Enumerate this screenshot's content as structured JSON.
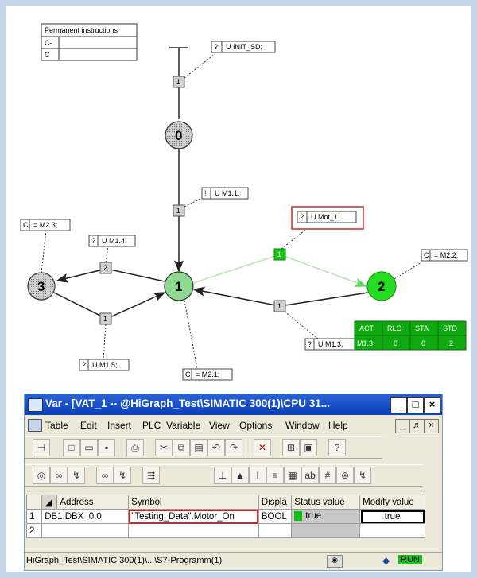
{
  "permanent_instructions": {
    "title": "Permanent instructions",
    "rows": [
      [
        "C-",
        ""
      ],
      [
        "C",
        ""
      ]
    ]
  },
  "graph": {
    "init_label": "U INIT_SD;",
    "init_flag": "?",
    "t0_label": "U M1.1;",
    "t0_flag": "!",
    "mot_label": "U Mot_1;",
    "mot_flag": "?",
    "m14_label": "U M1.4;",
    "m14_flag": "?",
    "m15_label": "U M1.5;",
    "m15_flag": "?",
    "m13_label": "U M1.3;",
    "m13_flag": "?",
    "act3": "= M2.3;",
    "act1": "= M2.1;",
    "act2": "= M2.2;",
    "act_flag": "C",
    "transition_num": "1",
    "trans_from3": "2",
    "node0": "0",
    "node1": "1",
    "node2": "2",
    "node3": "3",
    "status_table": {
      "headers": [
        "ACT",
        "RLO",
        "STA",
        "STD"
      ],
      "values": [
        "M1.3",
        "0",
        "0",
        "2"
      ]
    },
    "colors": {
      "active_node": "#8fd88f",
      "running_node": "#22dd22",
      "box_green": "#10a010"
    }
  },
  "vat": {
    "title": "Var - [VAT_1 -- @HiGraph_Test\\SIMATIC 300(1)\\CPU 31...",
    "win_buttons": [
      "_",
      "□",
      "×"
    ],
    "menu": [
      "Table",
      "Edit",
      "Insert",
      "PLC",
      "Variable",
      "View",
      "Options",
      "Window",
      "Help"
    ],
    "mdi_buttons": [
      "_",
      "♬",
      "×"
    ],
    "toolbar1_icons": [
      "pin-icon",
      "new-icon",
      "open-icon",
      "save-icon",
      "print-icon",
      "cut-icon",
      "copy-icon",
      "paste-icon",
      "undo-icon",
      "redo-icon",
      "delete-icon",
      "network-icon",
      "monitor-icon",
      "help-icon"
    ],
    "toolbar2_icons": [
      "watch-icon",
      "glasses-icon",
      "modify-icon",
      "glasses2-icon",
      "modify2-icon",
      "force-icon",
      "format1-icon",
      "format2-icon",
      "format3-icon",
      "format4-icon",
      "format5-icon",
      "format6-icon",
      "format7-icon",
      "format8-icon"
    ],
    "columns": [
      "Address",
      "Symbol",
      "Displa",
      "Status value",
      "Modify value"
    ],
    "rows": [
      {
        "num": "1",
        "address": "DB1.DBX",
        "bit": "0.0",
        "symbol": "\"Testing_Data\".Motor_On",
        "display": "BOOL",
        "status": "true",
        "modify": "true"
      },
      {
        "num": "2",
        "address": "",
        "bit": "",
        "symbol": "",
        "display": "",
        "status": "",
        "modify": ""
      }
    ],
    "status_path": "HiGraph_Test\\SIMATIC 300(1)\\...\\S7-Programm(1)",
    "run_label": "RUN"
  }
}
